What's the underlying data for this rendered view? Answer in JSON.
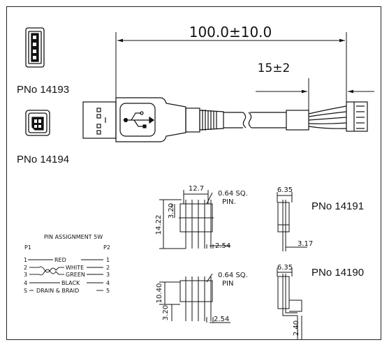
{
  "overall_length": "100.0±10.0",
  "strip_length": "15±2",
  "labels": {
    "p14193": "PNo 14193",
    "p14194": "PNo 14194",
    "p14191": "PNo 14191",
    "p14190": "PNo 14190"
  },
  "header_top": {
    "width": "12.7",
    "pin_spec": "0.64 SQ.",
    "pin_word": "PIN.",
    "height_total": "14.22",
    "height_upper": "3.20",
    "pitch": "2.54",
    "side_width": "6.35",
    "side_offset": "3.17"
  },
  "header_bottom": {
    "pin_spec": "0.64 SQ.",
    "pin_word": "PIN",
    "height": "10.40",
    "height_lower": "3.20",
    "pitch": "2.54",
    "side_width": "6.35",
    "side_offset": "2.40"
  },
  "pin_assignment": {
    "title": "PIN ASSIGNMENT 5W",
    "p1": "P1",
    "p2": "P2",
    "rows": [
      {
        "left": "1",
        "wire": "RED",
        "right": "1"
      },
      {
        "left": "2",
        "wire": "WHITE",
        "right": "2"
      },
      {
        "left": "3",
        "wire": "GREEN",
        "right": "3"
      },
      {
        "left": "4",
        "wire": "BLACK",
        "right": "4"
      },
      {
        "left": "S",
        "wire": "DRAIN & BRAID",
        "right": "5"
      }
    ]
  },
  "colors": {
    "line": "#111111",
    "background": "#ffffff"
  }
}
